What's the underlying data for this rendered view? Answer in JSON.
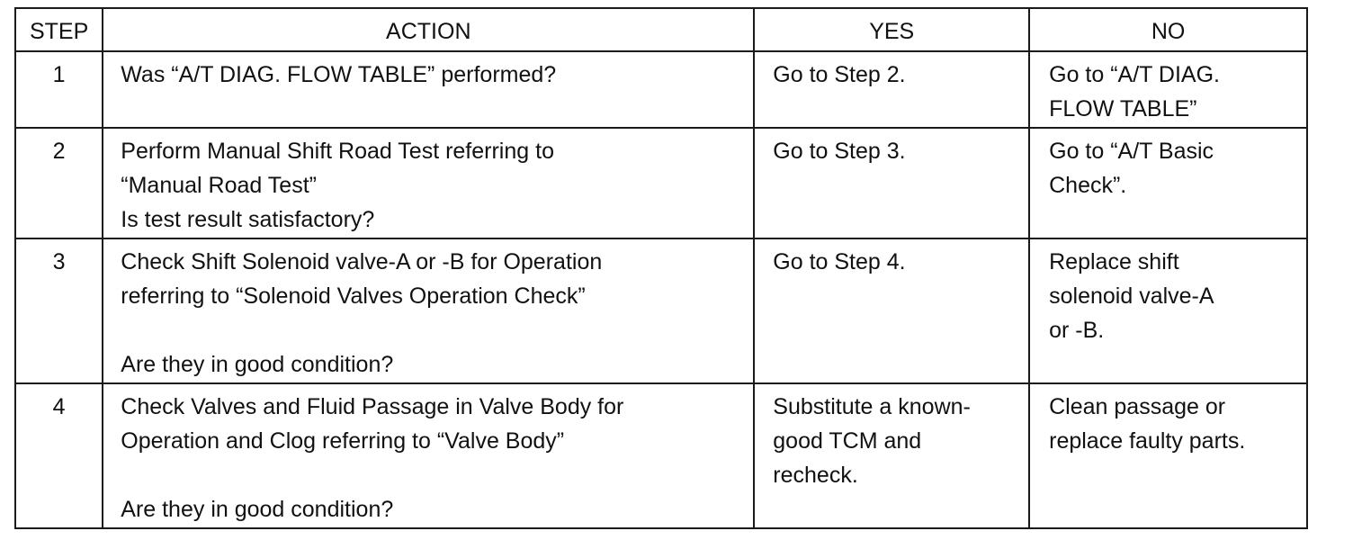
{
  "table": {
    "headers": {
      "step": "STEP",
      "action": "ACTION",
      "yes": "YES",
      "no": "NO"
    },
    "rows": [
      {
        "step": "1",
        "action": [
          "Was “A/T DIAG. FLOW TABLE” performed?"
        ],
        "action_question": "",
        "yes": [
          "Go to Step 2."
        ],
        "no": [
          "Go to “A/T DIAG.",
          "FLOW TABLE”"
        ]
      },
      {
        "step": "2",
        "action": [
          "Perform Manual Shift Road Test referring to",
          "“Manual Road Test”",
          "Is test result satisfactory?"
        ],
        "action_question": "",
        "yes": [
          "Go to Step 3."
        ],
        "no": [
          "Go to “A/T Basic",
          "Check”."
        ]
      },
      {
        "step": "3",
        "action": [
          "Check Shift Solenoid valve-A or -B for Operation",
          "referring to “Solenoid Valves Operation Check”"
        ],
        "action_question": "Are they in good condition?",
        "yes": [
          "Go to Step 4."
        ],
        "no": [
          "Replace shift",
          "solenoid valve-A",
          "or -B."
        ]
      },
      {
        "step": "4",
        "action": [
          "Check Valves and Fluid Passage in Valve Body for",
          "Operation and Clog referring to “Valve Body”"
        ],
        "action_question": "Are they in good condition?",
        "yes": [
          "Substitute a known-",
          "good TCM and",
          "recheck."
        ],
        "no": [
          "Clean passage or",
          "replace faulty parts."
        ]
      }
    ]
  }
}
